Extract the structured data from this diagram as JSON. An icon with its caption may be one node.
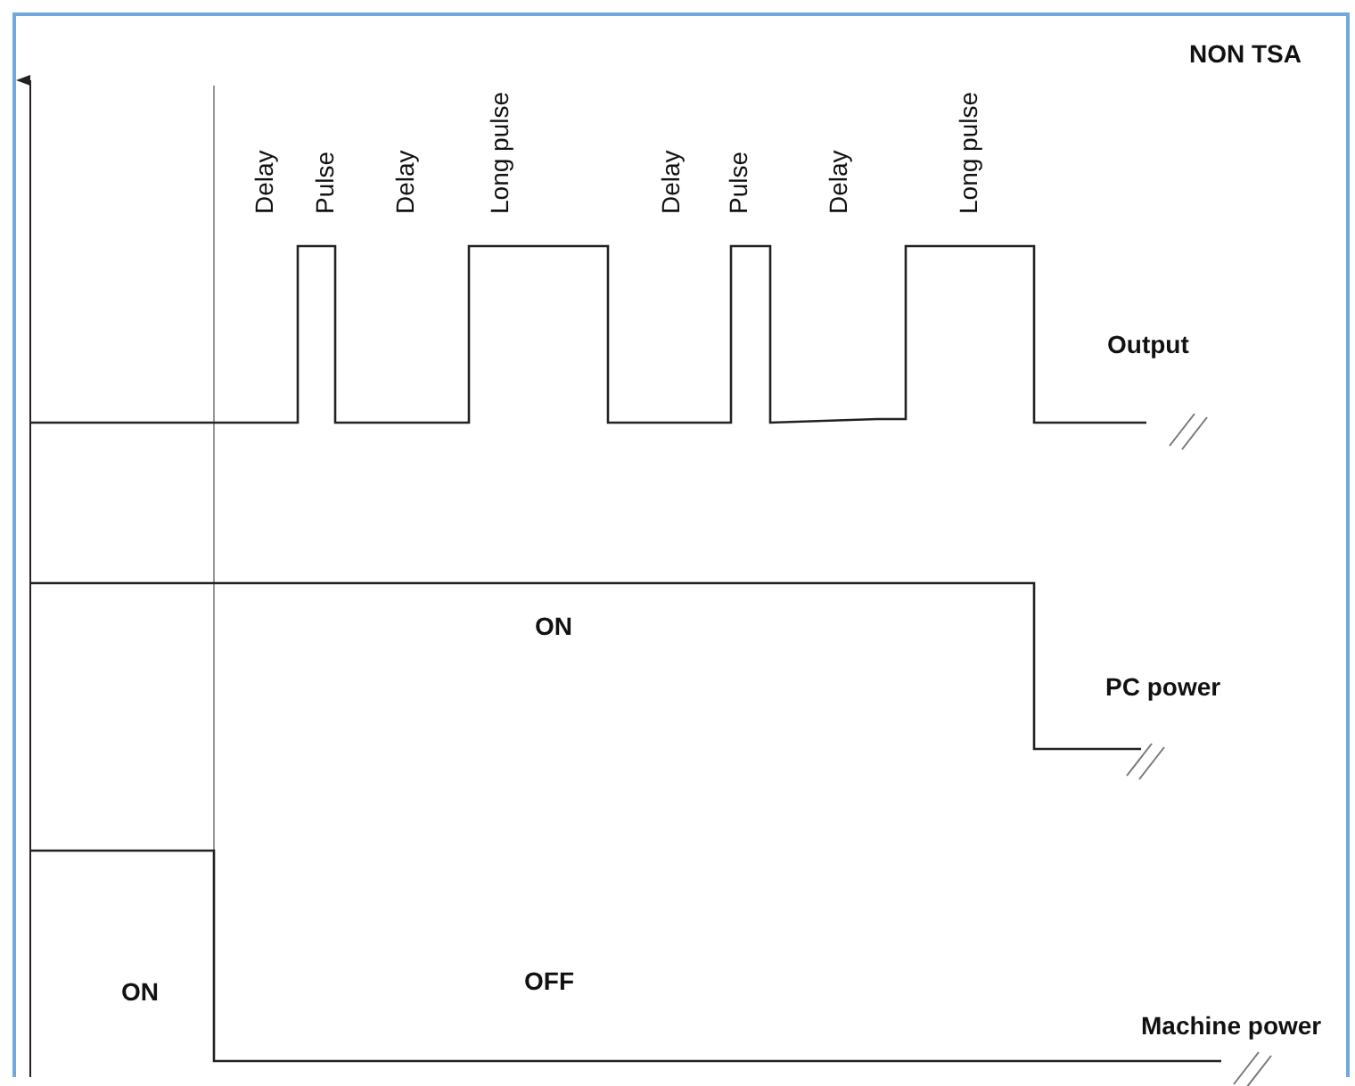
{
  "diagram": {
    "title": "NON TSA",
    "labels": [
      "Delay",
      "Pulse",
      "Delay",
      "Long pulse",
      "Delay",
      "Pulse",
      "Delay",
      "Long pulse",
      "Output",
      "ON",
      "PC power",
      "ON",
      "OFF",
      "Machine power"
    ]
  }
}
